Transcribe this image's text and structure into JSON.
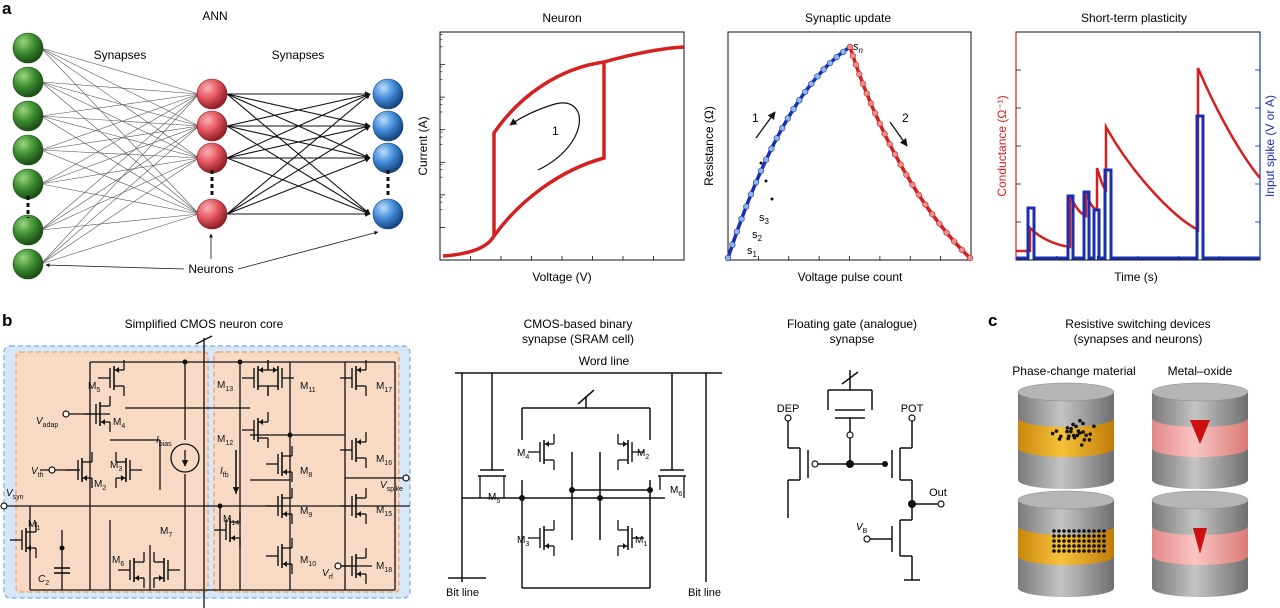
{
  "panel_letters": {
    "a": "a",
    "b": "b",
    "c": "c"
  },
  "ann": {
    "title": "ANN",
    "synapses_left": "Synapses",
    "synapses_right": "Synapses",
    "neurons": "Neurons",
    "colors": {
      "input": "#3a8a2e",
      "hidden": "#e0505a",
      "output": "#3d86d6"
    }
  },
  "neuron_plot": {
    "title": "Neuron",
    "xlabel": "Voltage (V)",
    "ylabel": "Current (A)",
    "loop_label": "1",
    "color": "#d42020"
  },
  "synaptic_plot": {
    "title": "Synaptic update",
    "xlabel": "Voltage pulse count",
    "ylabel": "Resistance (Ω)",
    "arrow1": "1",
    "arrow2": "2",
    "s_n": "s",
    "s_n_sub": "n",
    "s3": "s",
    "s3_sub": "3",
    "s2": "s",
    "s2_sub": "2",
    "s1": "s",
    "s1_sub": "1",
    "colors": {
      "potentiation": "#1a2fb0",
      "depression": "#d42020"
    }
  },
  "stp_plot": {
    "title": "Short-term plasticity",
    "xlabel": "Time (s)",
    "ylabel_left": "Conductance (Ω⁻¹)",
    "ylabel_right": "Input spike (V or A)",
    "colors": {
      "conductance": "#d42020",
      "spike": "#1a2fb0"
    }
  },
  "cmos_neuron": {
    "title": "Simplified CMOS neuron core",
    "transistors": {
      "m1": "M",
      "m1_sub": "1",
      "m2": "M",
      "m2_sub": "2",
      "m3": "M",
      "m3_sub": "3",
      "m4": "M",
      "m4_sub": "4",
      "m5": "M",
      "m5_sub": "5",
      "m6": "M",
      "m6_sub": "6",
      "m7": "M",
      "m7_sub": "7",
      "m8": "M",
      "m8_sub": "8",
      "m9": "M",
      "m9_sub": "9",
      "m10": "M",
      "m10_sub": "10",
      "m11": "M",
      "m11_sub": "11",
      "m12": "M",
      "m12_sub": "12",
      "m13": "M",
      "m13_sub": "13",
      "m14": "M",
      "m14_sub": "14",
      "m15": "M",
      "m15_sub": "15",
      "m16": "M",
      "m16_sub": "16",
      "m17": "M",
      "m17_sub": "17",
      "m18": "M",
      "m18_sub": "18"
    },
    "vadap": "V",
    "vadap_sub": "adap",
    "vth": "V",
    "vth_sub": "th",
    "vsyn": "V",
    "vsyn_sub": "syn",
    "vspike": "V",
    "vspike_sub": "spike",
    "vrf": "V",
    "vrf_sub": "rf",
    "ibias": "I",
    "ibias_sub": "bias",
    "ifb": "I",
    "ifb_sub": "fb",
    "c2": "C",
    "c2_sub": "2",
    "colors": {
      "outer_fill": "#d7e7f5",
      "inner_fill": "#f7d9c4",
      "outer_border": "#7aaee0",
      "inner_border": "#e8a070"
    }
  },
  "sram": {
    "title_line1": "CMOS-based binary",
    "title_line2": "synapse (SRAM cell)",
    "word_line": "Word line",
    "bit_line_left": "Bit line",
    "bit_line_right": "Bit line",
    "m1": "M",
    "m1_sub": "1",
    "m2": "M",
    "m2_sub": "2",
    "m3": "M",
    "m3_sub": "3",
    "m4": "M",
    "m4_sub": "4",
    "m5": "M",
    "m5_sub": "5",
    "m6": "M",
    "m6_sub": "6"
  },
  "floating_gate": {
    "title_line1": "Floating gate (analogue)",
    "title_line2": "synapse",
    "dep": "DEP",
    "pot": "POT",
    "out": "Out",
    "vb": "V",
    "vb_sub": "B"
  },
  "resistive": {
    "title_line1": "Resistive switching devices",
    "title_line2": "(synapses and neurons)",
    "pcm_label": "Phase-change material",
    "metal_oxide_label": "Metal–oxide",
    "colors": {
      "pcm_band": "#f2b21a",
      "oxide_band": "#f7b0ad",
      "filament": "#cc1010",
      "cylinder": "#9a9a9a"
    }
  }
}
